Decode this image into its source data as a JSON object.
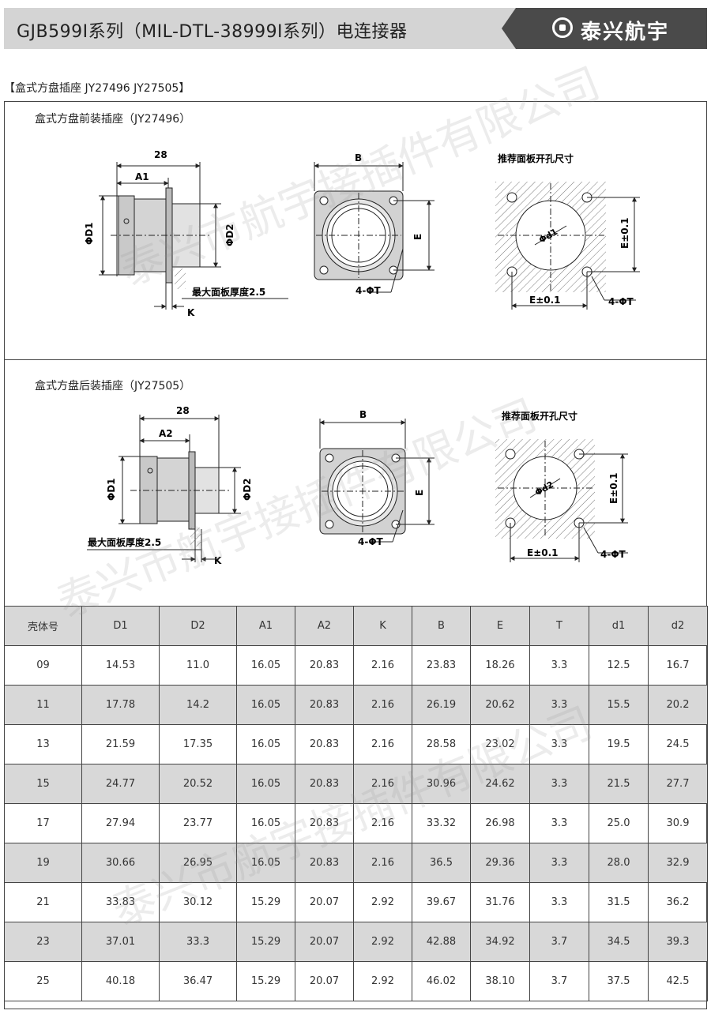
{
  "header": {
    "title": "GJB599Ⅰ系列（MIL-DTL-38999Ⅰ系列）电连接器",
    "brand": "泰兴航宇"
  },
  "section_label": "【盒式方盘插座 JY27496 JY27505】",
  "panel1": {
    "title": "盒式方盘前装插座（JY27496）",
    "dims": {
      "d28": "28",
      "a": "A1",
      "d1": "ΦD1",
      "d2": "ΦD2",
      "thick": "最大面板厚度2.5",
      "k": "K"
    },
    "front": {
      "b": "B",
      "e": "E",
      "t": "4-ΦT"
    },
    "cutout": {
      "title": "推荐面板开孔尺寸",
      "d": "Φd1",
      "e_v": "E±0.1",
      "e_h": "E±0.1",
      "t": "4-ΦT"
    }
  },
  "panel2": {
    "title": "盒式方盘后装插座（JY27505）",
    "dims": {
      "d28": "28",
      "a": "A2",
      "d1": "ΦD1",
      "d2": "ΦD2",
      "thick": "最大面板厚度2.5",
      "k": "K"
    },
    "front": {
      "b": "B",
      "e": "E",
      "t": "4-ΦT"
    },
    "cutout": {
      "title": "推荐面板开孔尺寸",
      "d": "Φd2",
      "e_v": "E±0.1",
      "e_h": "E±0.1",
      "t": "4-ΦT"
    }
  },
  "table": {
    "headers": [
      "壳体号",
      "D1",
      "D2",
      "A1",
      "A2",
      "K",
      "B",
      "E",
      "T",
      "d1",
      "d2"
    ],
    "rows": [
      [
        "09",
        "14.53",
        "11.0",
        "16.05",
        "20.83",
        "2.16",
        "23.83",
        "18.26",
        "3.3",
        "12.5",
        "16.7"
      ],
      [
        "11",
        "17.78",
        "14.2",
        "16.05",
        "20.83",
        "2.16",
        "26.19",
        "20.62",
        "3.3",
        "15.5",
        "20.2"
      ],
      [
        "13",
        "21.59",
        "17.35",
        "16.05",
        "20.83",
        "2.16",
        "28.58",
        "23.02",
        "3.3",
        "19.5",
        "24.5"
      ],
      [
        "15",
        "24.77",
        "20.52",
        "16.05",
        "20.83",
        "2.16",
        "30.96",
        "24.62",
        "3.3",
        "21.5",
        "27.7"
      ],
      [
        "17",
        "27.94",
        "23.77",
        "16.05",
        "20.83",
        "2.16",
        "33.32",
        "26.98",
        "3.3",
        "25.0",
        "30.9"
      ],
      [
        "19",
        "30.66",
        "26.95",
        "16.05",
        "20.83",
        "2.16",
        "36.5",
        "29.36",
        "3.3",
        "28.0",
        "32.9"
      ],
      [
        "21",
        "33.83",
        "30.12",
        "15.29",
        "20.07",
        "2.92",
        "39.67",
        "31.76",
        "3.3",
        "31.5",
        "36.2"
      ],
      [
        "23",
        "37.01",
        "33.3",
        "15.29",
        "20.07",
        "2.92",
        "42.88",
        "34.92",
        "3.7",
        "34.5",
        "39.3"
      ],
      [
        "25",
        "40.18",
        "36.47",
        "15.29",
        "20.07",
        "2.92",
        "46.02",
        "38.10",
        "3.7",
        "37.5",
        "42.5"
      ]
    ]
  },
  "watermark": "泰兴市航宇接插件有限公司"
}
